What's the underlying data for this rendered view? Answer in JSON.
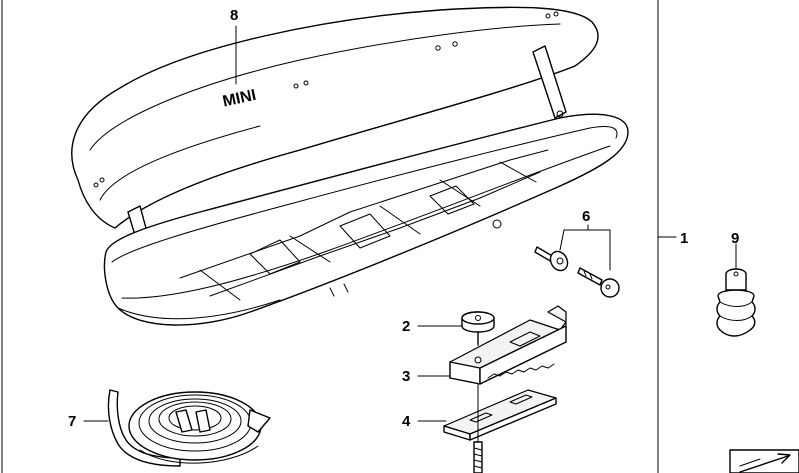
{
  "callouts": {
    "c1": "1",
    "c2": "2",
    "c3": "3",
    "c4": "4",
    "c6": "6",
    "c7": "7",
    "c8": "8",
    "c9": "9"
  },
  "brand_label": "MINI",
  "colors": {
    "line": "#000000",
    "background": "#ffffff"
  }
}
